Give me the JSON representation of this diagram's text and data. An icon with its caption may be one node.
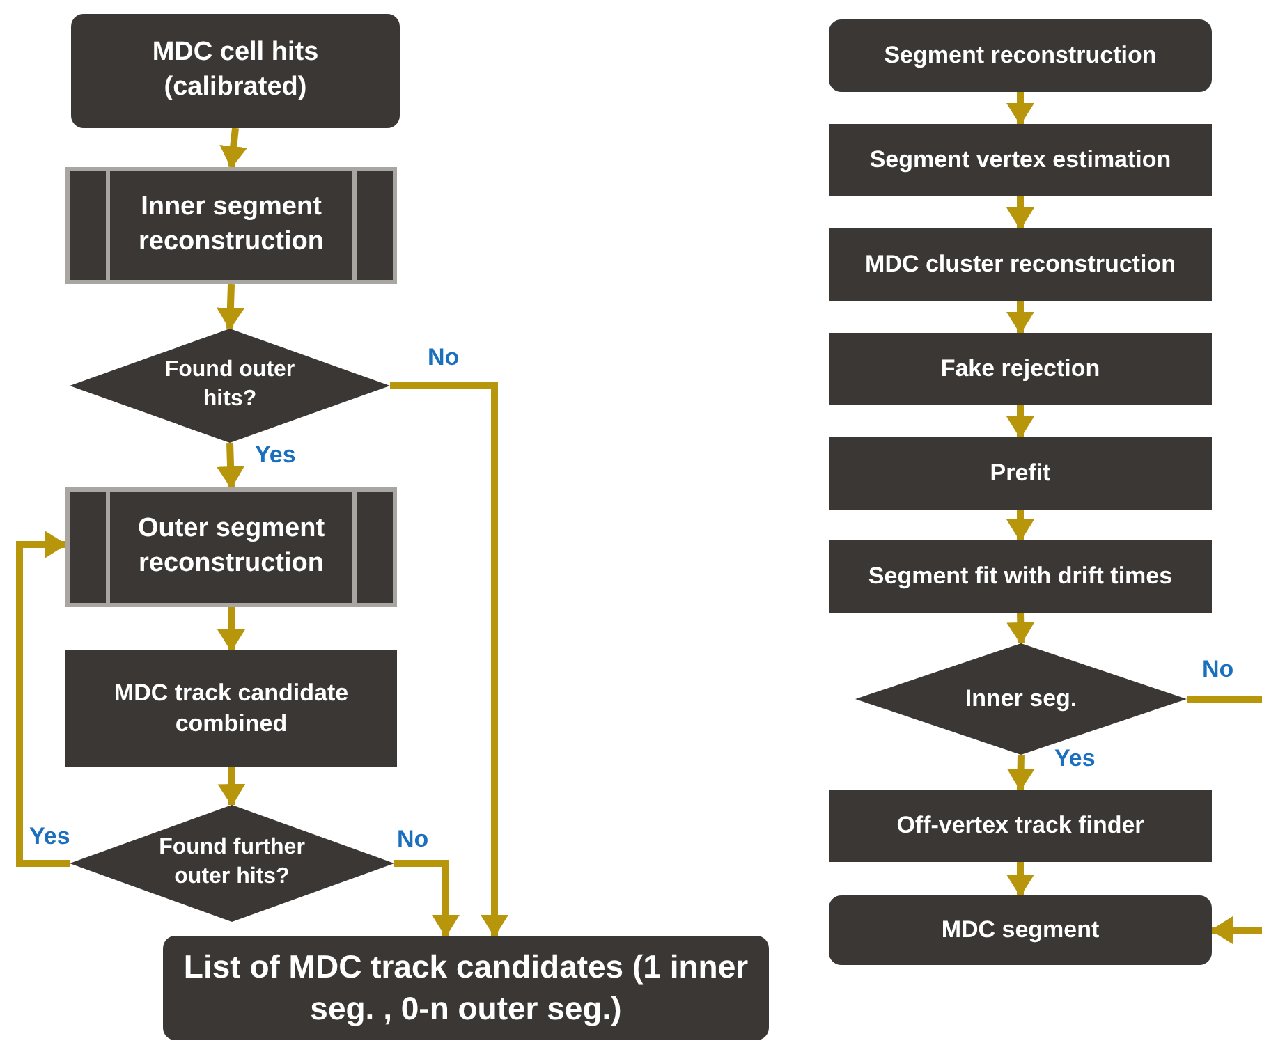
{
  "diagram": {
    "nodes": [
      {
        "text": [
          "MDC cell hits (calibrated)"
        ]
      },
      {
        "text": [
          "Inner segment reconstruction"
        ]
      },
      {
        "text": [
          "Found outer hits?"
        ]
      },
      {
        "text": [
          "Outer segment reconstruction"
        ]
      },
      {
        "text": [
          "MDC track candidate combined"
        ]
      },
      {
        "text": [
          "Found further outer hits?"
        ]
      },
      {
        "text": [
          "List of MDC track candidates (1 inner seg. , 0-n outer seg.)"
        ]
      },
      {
        "text": [
          "Segment reconstruction"
        ]
      },
      {
        "text": [
          "Segment vertex estimation"
        ]
      },
      {
        "text": [
          "MDC cluster reconstruction"
        ]
      },
      {
        "text": [
          "Fake rejection"
        ]
      },
      {
        "text": [
          "Prefit"
        ]
      },
      {
        "text": [
          "Segment fit with drift times"
        ]
      },
      {
        "text": [
          "Inner seg."
        ]
      },
      {
        "text": [
          "Off-vertex track finder"
        ]
      },
      {
        "text": [
          "MDC segment"
        ]
      }
    ],
    "edges": [
      {
        "from": 0,
        "to": 1,
        "arrow": "to"
      },
      {
        "from": 1,
        "to": 2,
        "arrow": "to"
      },
      {
        "from": 2,
        "to": 3,
        "arrow": "to",
        "label": "Yes"
      },
      {
        "from": 2,
        "to": 6,
        "arrow": "to",
        "label": "No"
      },
      {
        "from": 3,
        "to": 4,
        "arrow": "to"
      },
      {
        "from": 4,
        "to": 5,
        "arrow": "to"
      },
      {
        "from": 5,
        "to": 3,
        "arrow": "to",
        "label": "Yes"
      },
      {
        "from": 5,
        "to": 6,
        "arrow": "to",
        "label": "No"
      },
      {
        "from": 7,
        "to": 8,
        "arrow": "to"
      },
      {
        "from": 8,
        "to": 9,
        "arrow": "to"
      },
      {
        "from": 9,
        "to": 10,
        "arrow": "to"
      },
      {
        "from": 10,
        "to": 11,
        "arrow": "to"
      },
      {
        "from": 11,
        "to": 12,
        "arrow": "to"
      },
      {
        "from": 12,
        "to": 13,
        "arrow": "to"
      },
      {
        "from": 13,
        "to": 14,
        "arrow": "to",
        "label": "Yes"
      },
      {
        "from": 13,
        "to": null,
        "arrow": "none",
        "label": "No"
      },
      {
        "from": 14,
        "to": 15,
        "arrow": "to"
      },
      {
        "from": null,
        "to": 15,
        "arrow": "to"
      }
    ]
  }
}
